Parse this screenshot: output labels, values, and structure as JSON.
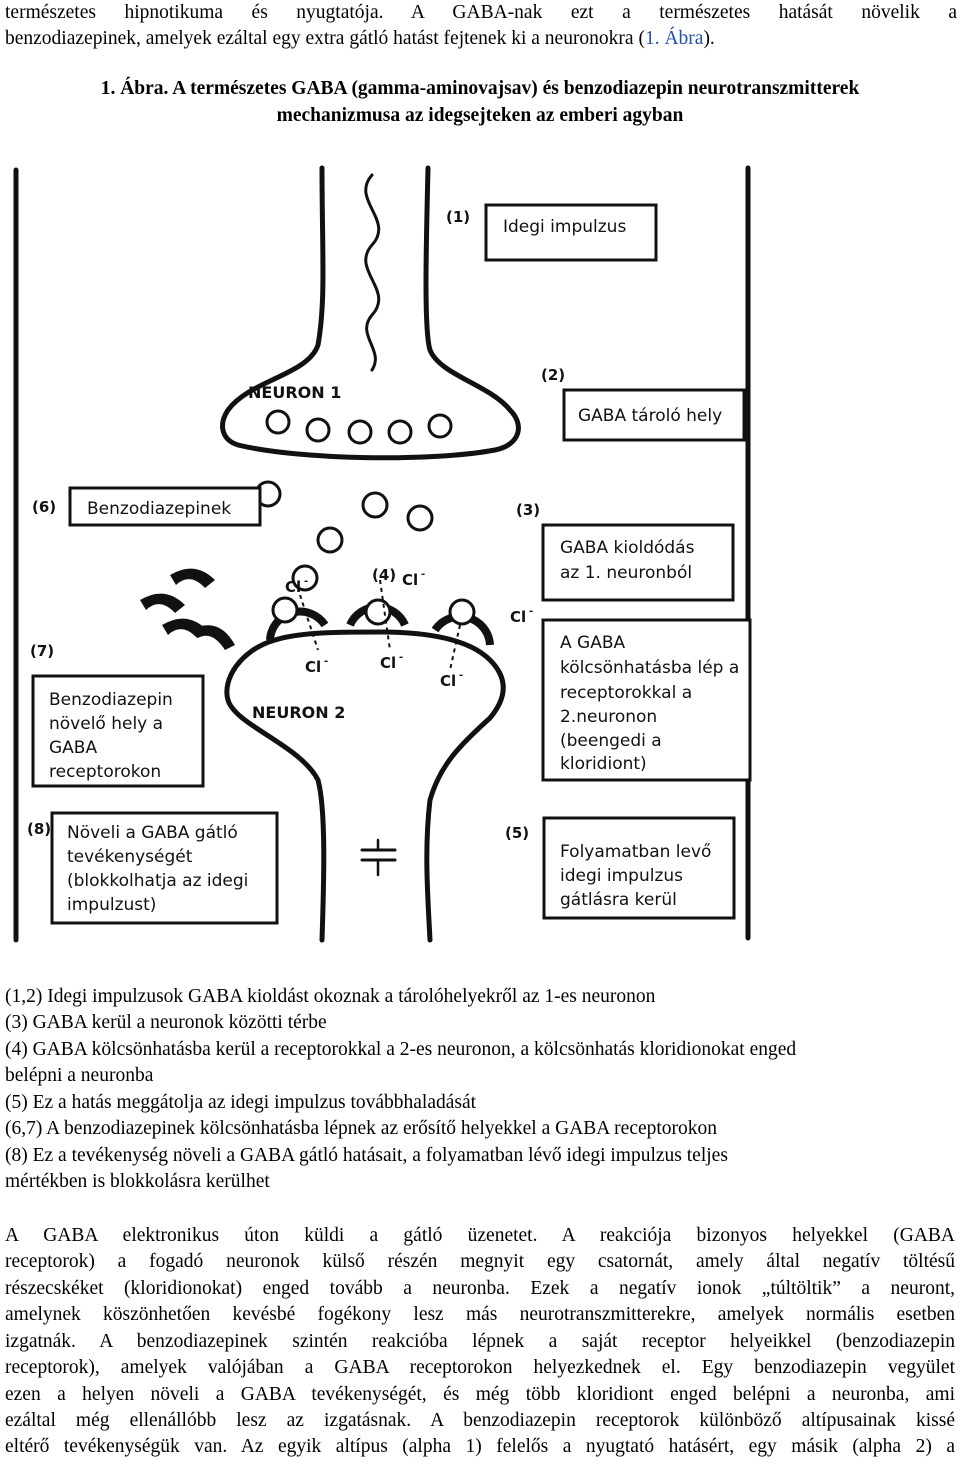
{
  "intro": {
    "line1": "természetes hipnotikuma és nyugtatója. A GABA-nak ezt a természetes hatását növelik a",
    "line2_pre": "benzodiazepinek, amelyek ezáltal egy extra gátló hatást fejtenek ki a neuronokra (",
    "line2_link": "1. Ábra",
    "line2_post": ")."
  },
  "caption": {
    "line1": "1. Ábra. A természetes GABA (gamma-aminovajsav) és benzodiazepin neurotranszmitterek",
    "line2": "mechanizmusa az idegsejteken az emberi agyban"
  },
  "diagram": {
    "neuron1": "NEURON 1",
    "neuron2": "NEURON 2",
    "num1": "(1)",
    "num2": "(2)",
    "num3": "(3)",
    "num4": "(4)",
    "num5": "(5)",
    "num6": "(6)",
    "num7": "(7)",
    "num8": "(8)",
    "cl": "Cl",
    "box1": "Idegi impulzus",
    "box2": "GABA tároló hely",
    "box3": [
      "GABA kioldódás",
      "az 1. neuronból"
    ],
    "box4": [
      "A GABA",
      "kölcsönhatásba lép a",
      "receptorokkal a",
      "2.neuronon",
      "(beengedi a",
      "kloridiont)"
    ],
    "box5": [
      "Folyamatban levő",
      "idegi impulzus",
      "gátlásra kerül"
    ],
    "box6": "Benzodiazepinek",
    "box7": [
      "Benzodiazepin",
      "növelő hely a",
      "GABA",
      "receptorokon"
    ],
    "box8": [
      "Növeli a GABA gátló",
      "tevékenységét",
      "(blokkolhatja az idegi",
      "impulzust)"
    ]
  },
  "legend": [
    "(1,2) Idegi impulzusok GABA kioldást okoznak a tárolóhelyekről az 1-es neuronon",
    "(3) GABA kerül a neuronok közötti térbe",
    "(4) GABA kölcsönhatásba kerül a receptorokkal a 2-es neuronon, a kölcsönhatás kloridionokat enged",
    "belépni a neuronba",
    "(5) Ez a hatás meggátolja az idegi impulzus továbbhaladását",
    "(6,7) A benzodiazepinek kölcsönhatásba lépnek az erősítő helyekkel a GABA receptorokon",
    "(8) Ez a tevékenység növeli a GABA gátló hatásait, a folyamatban lévő idegi impulzus teljes",
    "mértékben is blokkolásra kerülhet"
  ],
  "body": [
    "A GABA elektronikus úton küldi a gátló üzenetet. A reakciója bizonyos helyekkel (GABA",
    "receptorok) a fogadó neuronok külső részén megnyit egy csatornát, amely által negatív töltésű",
    "részecskéket (kloridionokat) enged tovább a neuronba. Ezek a negatív ionok „túltöltik” a neuront,",
    "amelynek köszönhetően kevésbé fogékony lesz más neurotranszmitterekre, amelyek normális esetben",
    "izgatnák. A benzodiazepinek szintén reakcióba lépnek a saját receptor helyeikkel (benzodiazepin",
    "receptorok), amelyek valójában a GABA receptorokon helyezkednek el. Egy benzodiazepin vegyület",
    "ezen a helyen növeli a GABA tevékenységét, és még több kloridiont enged belépni a neuronba, ami",
    "ezáltal még ellenállóbb lesz az izgatásnak. A benzodiazepin receptorok különböző altípusainak kissé",
    "eltérő tevékenységük van. Az egyik altípus (alpha 1) felelős a nyugtató hatásért, egy másik (alpha 2) a"
  ]
}
